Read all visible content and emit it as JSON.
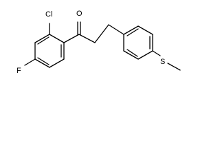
{
  "molecule": {
    "atoms": {
      "chlorine": "Cl",
      "oxygen": "O",
      "fluorine": "F",
      "sulfur": "S"
    }
  }
}
